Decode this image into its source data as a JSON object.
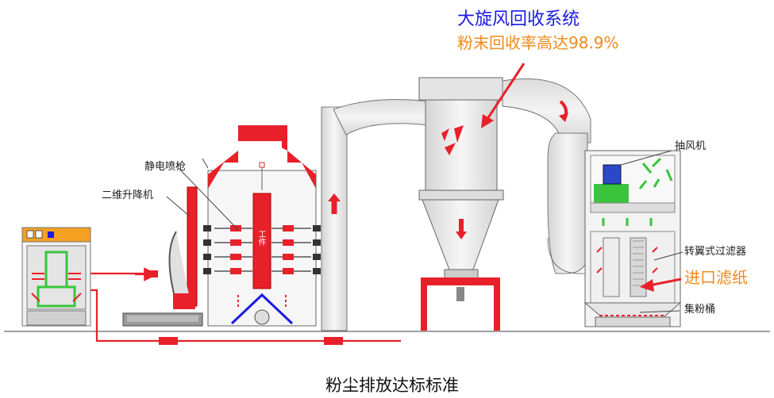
{
  "labels": {
    "cyclone_title": "大旋风回收系统",
    "recovery_rate": "粉末回收率高达98.9%",
    "spray_gun": "静电喷枪",
    "lifter": "二维升降机",
    "workpiece": "工件",
    "exhaust_fan": "抽风机",
    "rotary_filter": "转翼式过滤器",
    "filter_paper": "进口滤纸",
    "powder_bucket": "集粉桶",
    "caption": "粉尘排放达标标准"
  },
  "colors": {
    "red": "#e8202a",
    "blue_text": "#1a1ae6",
    "orange_text": "#f08a1c",
    "green": "#39c43b",
    "equipment_gray": "#e9e9e9"
  }
}
